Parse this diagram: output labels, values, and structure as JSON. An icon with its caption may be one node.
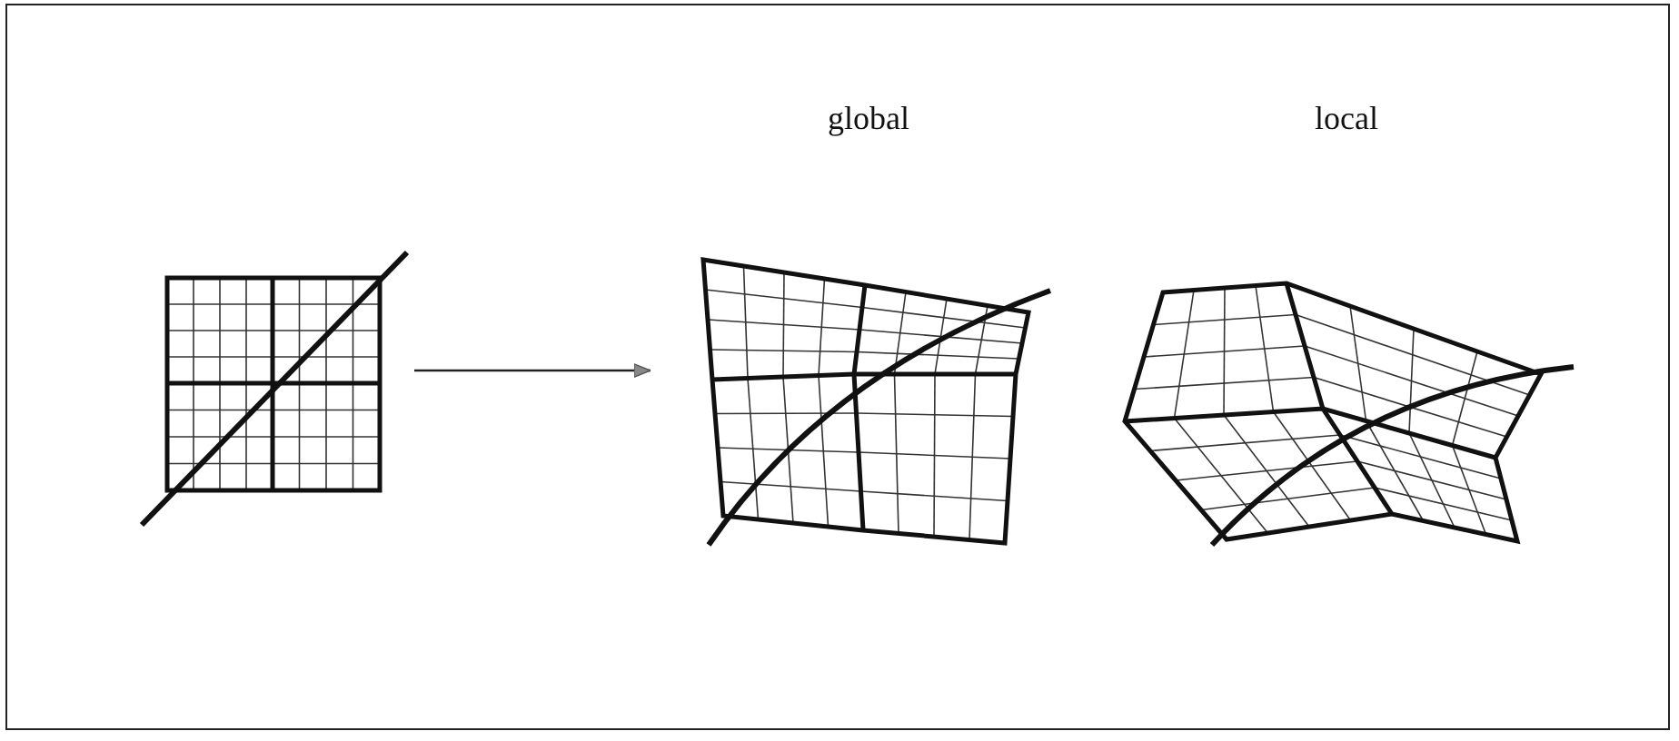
{
  "diagram": {
    "nodes": [
      {
        "text": [],
        "shape": "picture"
      },
      {
        "text": [
          "global"
        ]
      },
      {
        "text": [
          "local"
        ]
      }
    ],
    "edges": [
      {
        "from": 0,
        "to": 1,
        "arrow": "to"
      }
    ]
  }
}
